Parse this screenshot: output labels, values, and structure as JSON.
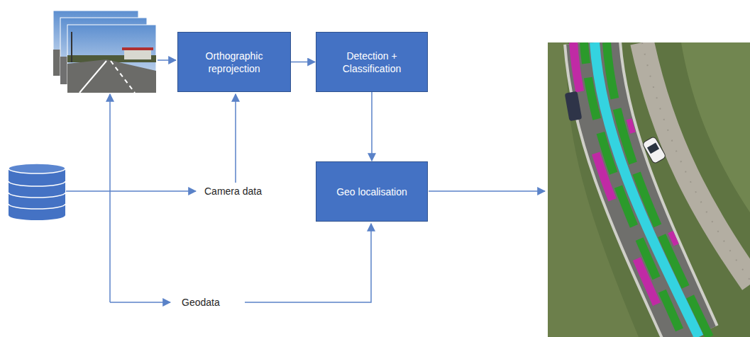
{
  "diagram": {
    "nodes": [
      {
        "text": [
          "Orthographic reprojection"
        ]
      },
      {
        "text": [
          "Detection + Classification"
        ]
      },
      {
        "text": [
          "Geo localisation"
        ]
      }
    ],
    "edges": [
      {
        "from": 0,
        "to": 1,
        "arrow": "to"
      },
      {
        "from": 1,
        "to": 2,
        "arrow": "to"
      }
    ],
    "labels": [
      "Camera data",
      "Geodata"
    ]
  }
}
